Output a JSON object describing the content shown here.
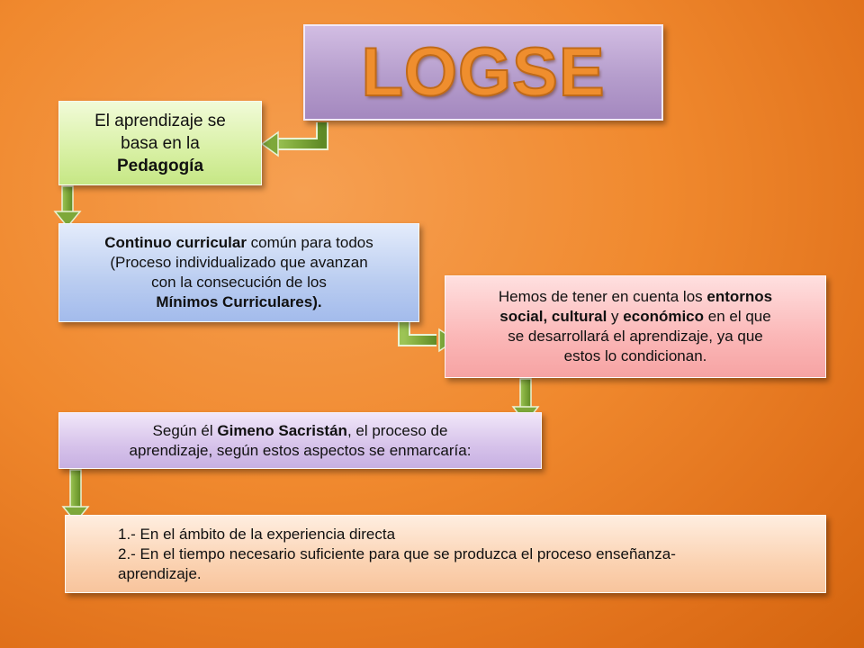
{
  "title": "LOGSE",
  "green_box": {
    "line1": "El aprendizaje se",
    "line2": "basa en la",
    "line3": "Pedagogía"
  },
  "blue_box": {
    "l1_bold": "Continuo curricular",
    "l1_rest": " común para todos",
    "l2": "(Proceso individualizado que avanzan",
    "l3": "con la consecución de los",
    "l4": "Mínimos Curriculares)."
  },
  "pink_box": {
    "l1_pre": "Hemos de tener en cuenta los ",
    "l1_bold": "entornos",
    "l2_b1": "social, cultural",
    "l2_mid": " y ",
    "l2_b2": "económico",
    "l2_rest": " en el que",
    "l3": "se desarrollará el aprendizaje, ya que",
    "l4": "estos lo condicionan."
  },
  "lavender_box": {
    "l1_pre": "Según él ",
    "l1_bold": "Gimeno Sacristán",
    "l1_rest": ", el proceso de",
    "l2": "aprendizaje, según estos aspectos se enmarcaría:"
  },
  "peach_box": {
    "item1": "1.- En el ámbito de la experiencia directa",
    "item2_l1": "2.- En el tiempo necesario suficiente para que se produzca el proceso enseñanza-",
    "item2_l2": "aprendizaje."
  },
  "colors": {
    "background": "#f0892e",
    "arrow": "#7ea83a",
    "title_text": "#ef8e2e"
  }
}
